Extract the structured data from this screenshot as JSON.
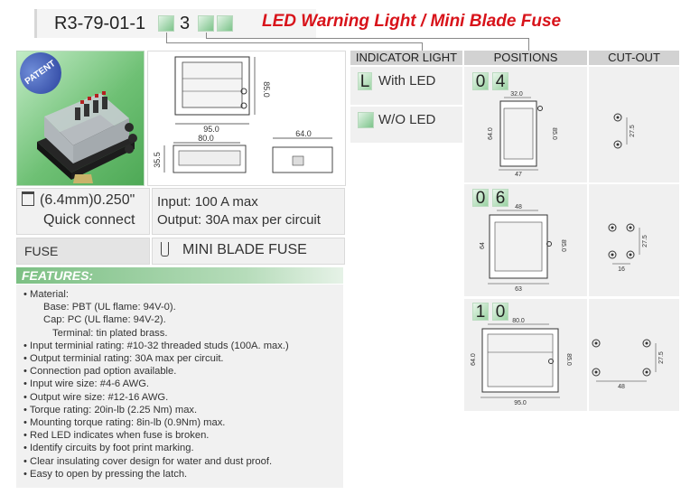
{
  "header": {
    "part_prefix": "R3-79-01-1",
    "part_mid": "3",
    "title": "LED Warning Light / Mini Blade Fuse"
  },
  "photo": {
    "badge": "PATENT"
  },
  "dims_top": {
    "width": "95.0",
    "height": "85.0",
    "inner": "80.0",
    "side_h": "35.5",
    "side_w": "64.0"
  },
  "connect": {
    "size": "(6.4mm)0.250\"",
    "type": "Quick connect",
    "input": "Input: 100 A max",
    "output": "Output: 30A max per circuit"
  },
  "fuse": {
    "label": "FUSE",
    "value": "MINI BLADE FUSE"
  },
  "features": {
    "heading": "FEATURES:",
    "lines": [
      "• Material:",
      "Base: PBT (UL flame: 94V-0).",
      "Cap: PC (UL flame: 94V-2).",
      "Terminal: tin plated brass.",
      "• Input terminial rating: #10-32 threaded studs (100A. max.)",
      "• Output terminial rating: 30A max per circuit.",
      "• Connection pad option available.",
      "• Input wire size: #4-6 AWG.",
      "• Output wire size: #12-16 AWG.",
      "• Torque rating: 20in-lb (2.25 Nm) max.",
      "• Mounting torque rating: 8in-lb (0.9Nm) max.",
      "• Red LED indicates when fuse is broken.",
      "• Identify circuits by foot print marking.",
      "• Clear insulating cover design for water and dust proof.",
      "• Easy to open by pressing the latch."
    ]
  },
  "table": {
    "col_indicator": "INDICATOR LIGHT",
    "col_positions": "POSITIONS",
    "col_cutout": "CUT-OUT",
    "ind_opt1_code": "L",
    "ind_opt1": "With LED",
    "ind_opt2": "W/O LED",
    "positions": [
      {
        "d1": "0",
        "d2": "4",
        "top": "32.0",
        "left": "64.0",
        "right": "85.0",
        "bottom": "47",
        "cut_v": "27.5",
        "cut_h": ""
      },
      {
        "d1": "0",
        "d2": "6",
        "top": "48",
        "left": "64",
        "right": "85.0",
        "bottom": "63",
        "cut_v": "27.5",
        "cut_h": "16"
      },
      {
        "d1": "1",
        "d2": "0",
        "top": "80.0",
        "left": "64.0",
        "right": "85.0",
        "bottom": "95.0",
        "cut_v": "27.5",
        "cut_h": "48"
      }
    ]
  }
}
